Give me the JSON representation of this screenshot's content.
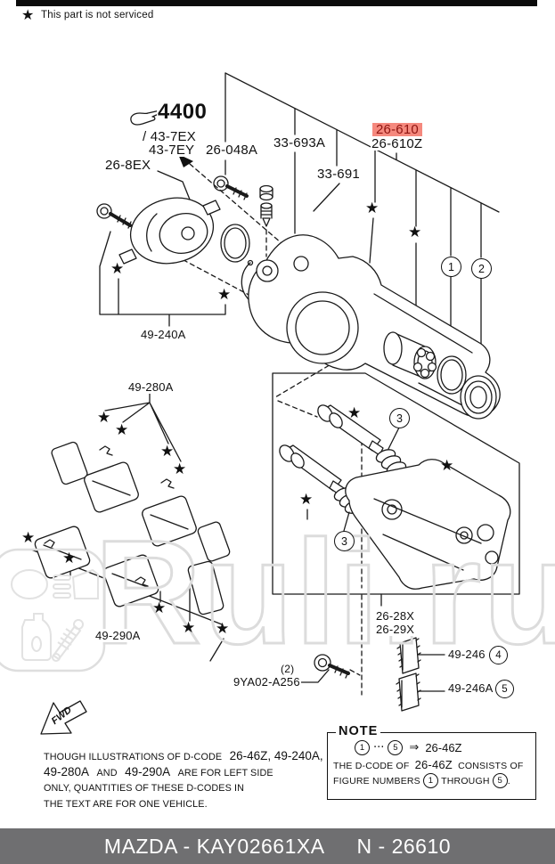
{
  "header": {
    "bar_color": "#0b0b0b",
    "star_icon": "★",
    "notice": "This part is not serviced"
  },
  "colors": {
    "highlight_bg": "#f5897e",
    "highlight_text": "#8e1410",
    "footer_bg": "#6f6f71",
    "watermark": "#dcdcdc",
    "line": "#1a1a1a"
  },
  "labels": {
    "fig_ref": "4400",
    "fig_ref_alt1": "/ 43-7EX",
    "fig_ref_alt2": "43-7EY",
    "p_26_8EX": "26-8EX",
    "p_26_048A": "26-048A",
    "p_33_693A": "33-693A",
    "p_33_691": "33-691",
    "p_26_610": "26-610",
    "p_26_610Z": "26-610Z",
    "p_49_240A": "49-240A",
    "p_49_280A": "49-280A",
    "p_49_290A": "49-290A",
    "p_26_28X": "26-28X",
    "p_26_29X": "26-29X",
    "p_9YA02_qty": "(2)",
    "p_9YA02": "9YA02-A256",
    "p_49_246": "49-246",
    "p_49_246A": "49-246A"
  },
  "callouts": {
    "c1": "1",
    "c2": "2",
    "c3": "3",
    "c4": "4",
    "c5": "5"
  },
  "icons": {
    "star": "★",
    "fwd": "FWD"
  },
  "note": {
    "title": "NOTE",
    "dots": "···",
    "arrow": "⇒",
    "code": "26-46Z",
    "line2_pre": "THE D-CODE OF",
    "line2_code": "26-46Z",
    "line2_post": "CONSISTS OF",
    "line3_pre": "FIGURE NUMBERS",
    "line3_mid": "THROUGH",
    "line3_end": "."
  },
  "disclaimer": {
    "l1a": "THOUGH ILLUSTRATIONS OF D-CODE",
    "l1b": "26-46Z, 49-240A,",
    "l2a": "49-280A",
    "l2b": "AND",
    "l2c": "49-290A",
    "l2d": "ARE FOR LEFT SIDE",
    "l3": "ONLY, QUANTITIES OF THESE D-CODES IN",
    "l4": "THE TEXT ARE FOR ONE VEHICLE."
  },
  "watermark": {
    "text": "Ruli.ru"
  },
  "footer": {
    "brand_code": "MAZDA - KAY02661XA",
    "number": "N - 26610"
  }
}
